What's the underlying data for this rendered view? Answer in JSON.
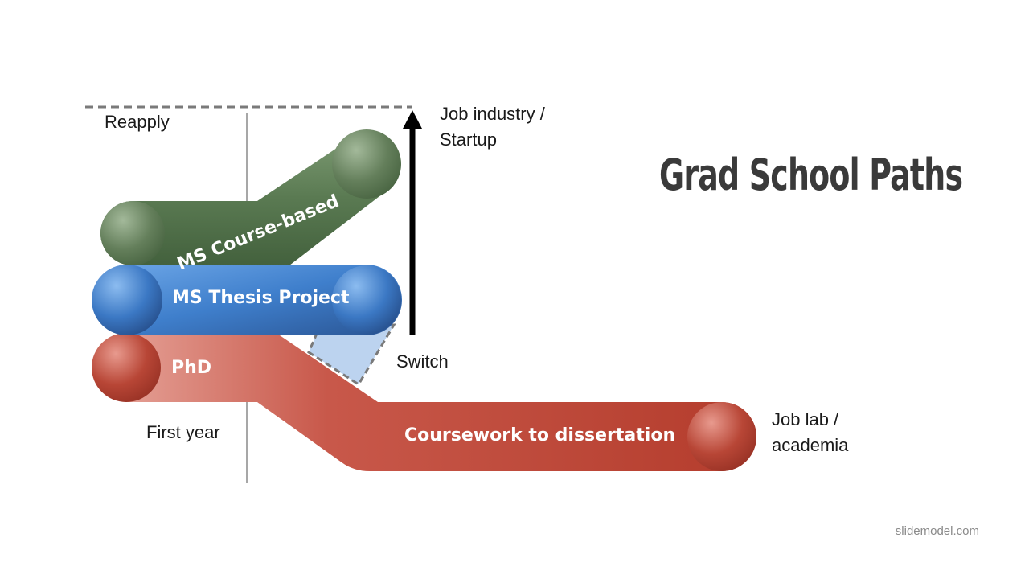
{
  "title": "Grad School Paths",
  "credit": "slidemodel.com",
  "labels": {
    "reapply": "Reapply",
    "job_industry": [
      "Job industry /",
      "Startup"
    ],
    "switch": "Switch",
    "first_year": "First year",
    "job_lab": [
      "Job lab /",
      "academia"
    ]
  },
  "paths": {
    "ms_course": "MS Course-based",
    "ms_thesis": "MS Thesis Project",
    "phd": "PhD",
    "coursework": "Coursework to dissertation"
  },
  "colors": {
    "green": "#5a7a52",
    "blue": "#3f7fcc",
    "red": "#b94030",
    "switch_fill": "#bcd3ef",
    "dashed": "#7a7a7a"
  }
}
